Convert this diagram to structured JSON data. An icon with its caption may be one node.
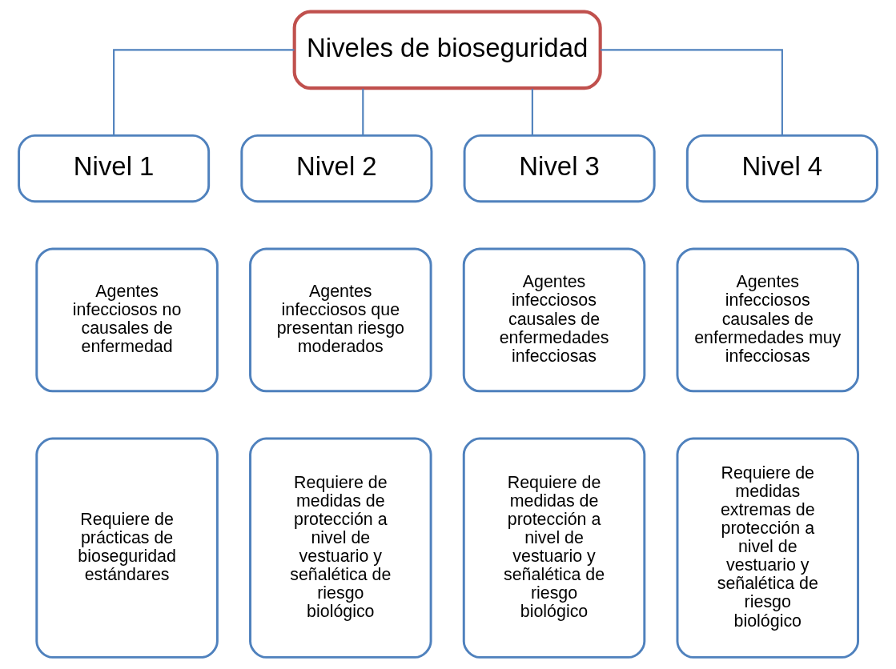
{
  "diagram": {
    "nodes": [
      {
        "text": [
          "Niveles de bioseguridad"
        ]
      },
      {
        "text": [
          "Nivel 1"
        ]
      },
      {
        "text": [
          "Nivel 2"
        ]
      },
      {
        "text": [
          "Nivel 3"
        ]
      },
      {
        "text": [
          "Nivel 4"
        ]
      },
      {
        "text": [
          "Agentes infecciosos no causales de enfermedad"
        ]
      },
      {
        "text": [
          "Agentes infecciosos que presentan riesgo moderados"
        ]
      },
      {
        "text": [
          "Agentes infecciosos causales de enfermedades infecciosas"
        ]
      },
      {
        "text": [
          "Agentes infecciosos causales de enfermedades muy infecciosas"
        ]
      },
      {
        "text": [
          "Requiere de prácticas de bioseguridad estándares"
        ]
      },
      {
        "text": [
          "Requiere de medidas de protección a nivel de vestuario y señalética de riesgo biológico"
        ]
      },
      {
        "text": [
          "Requiere de medidas de protección a nivel de vestuario y señalética de riesgo biológico"
        ]
      },
      {
        "text": [
          "Requiere de medidas extremas de protección a nivel de vestuario y señalética de riesgo biológico"
        ]
      }
    ],
    "edges": [
      {
        "from": 0,
        "to": 1,
        "arrow": "none"
      },
      {
        "from": 0,
        "to": 2,
        "arrow": "none"
      },
      {
        "from": 0,
        "to": 3,
        "arrow": "none"
      },
      {
        "from": 0,
        "to": 4,
        "arrow": "none"
      }
    ]
  }
}
